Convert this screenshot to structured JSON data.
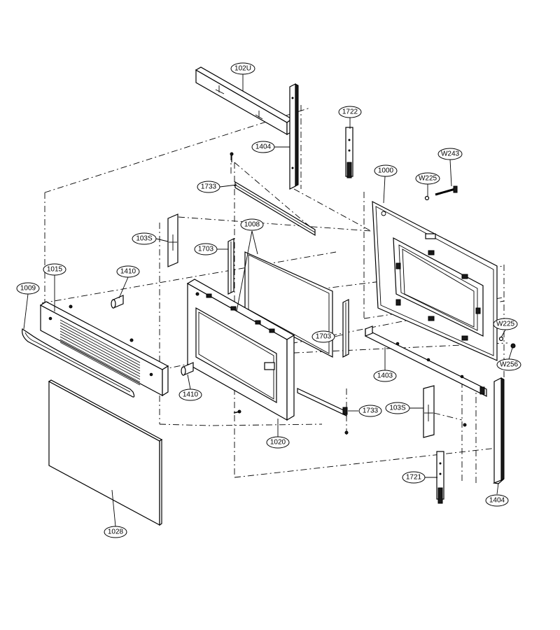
{
  "callouts": {
    "c102u": "102U",
    "c1404a": "1404",
    "c1722": "1722",
    "c1000": "1000",
    "cw243": "W243",
    "cw225a": "W225",
    "c1733a": "1733",
    "c1008": "1008",
    "c103sa": "103S",
    "c1703a": "1703",
    "c1015": "1015",
    "c1410a": "1410",
    "c1009": "1009",
    "c1703b": "1703",
    "cw225b": "W225",
    "cw256": "W256",
    "c1403": "1403",
    "c1410b": "1410",
    "c1733b": "1733",
    "c103sb": "103S",
    "c1020": "1020",
    "c1721": "1721",
    "c1404b": "1404",
    "c1028": "1028"
  }
}
